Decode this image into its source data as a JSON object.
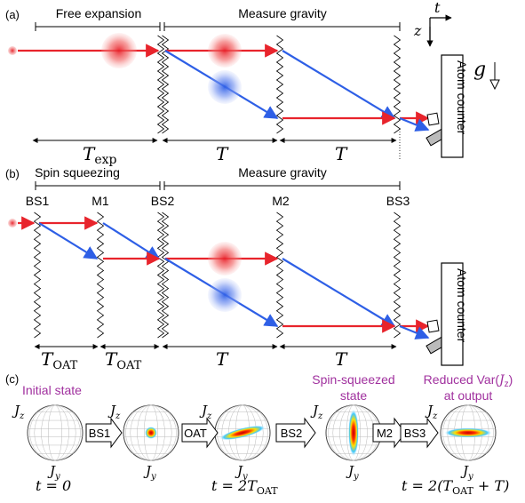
{
  "panel_a": {
    "label": "(a)",
    "stage1": "Free expansion",
    "stage2": "Measure gravity",
    "axis_t": "t",
    "axis_z": "z",
    "gravity": "g",
    "detector": "Atom counter",
    "dim_exp_main": "T",
    "dim_exp_sub": "exp",
    "dim_T1": "T",
    "dim_T2": "T"
  },
  "panel_b": {
    "label": "(b)",
    "stage1": "Spin squeezing",
    "stage2": "Measure gravity",
    "pulses": [
      "BS1",
      "M1",
      "BS2",
      "M2",
      "BS3"
    ],
    "detector": "Atom counter",
    "dim_oat_main": "T",
    "dim_oat_sub": "OAT",
    "dim_T1": "T",
    "dim_T2": "T"
  },
  "panel_c": {
    "label": "(c)",
    "axis_jz_main": "J",
    "axis_jz_sub": "z",
    "axis_jy_main": "J",
    "axis_jy_sub": "y",
    "caption_initial": "Initial state",
    "caption_squeezed_1": "Spin-squeezed",
    "caption_squeezed_2": "state",
    "caption_reduced_1a": "Reduced Var(",
    "caption_reduced_1b": "J",
    "caption_reduced_1c": "z",
    "caption_reduced_1d": ")",
    "caption_reduced_2": "at output",
    "ops": [
      "BS1",
      "OAT",
      "BS2",
      "M2",
      "BS3"
    ],
    "time0": "t = 0",
    "time1_pre": "t = 2T",
    "time1_sub": "OAT",
    "time2_pre": "t = 2(T",
    "time2_sub": "OAT",
    "time2_post": " + T)"
  },
  "colors": {
    "red_path": "#e8242c",
    "blue_path": "#2e5fe6",
    "caption_purple": "#a0309e"
  }
}
